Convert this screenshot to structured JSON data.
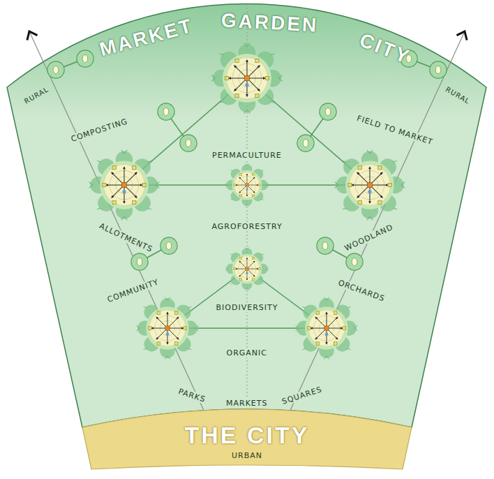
{
  "diagram": {
    "nodes": [
      {
        "text": [
          "THE CITY",
          "URBAN"
        ]
      }
    ],
    "labels": [
      "MARKET",
      "GARDEN",
      "CITY",
      "RURAL",
      "RURAL",
      "COMPOSTING",
      "PERMACULTURE",
      "FIELD TO MARKET",
      "ALLOTMENTS",
      "AGROFORESTRY",
      "WOODLAND",
      "COMMUNITY",
      "ORCHARDS",
      "BIODIVERSITY",
      "ORGANIC",
      "PARKS",
      "MARKETS",
      "SQUARES"
    ]
  }
}
